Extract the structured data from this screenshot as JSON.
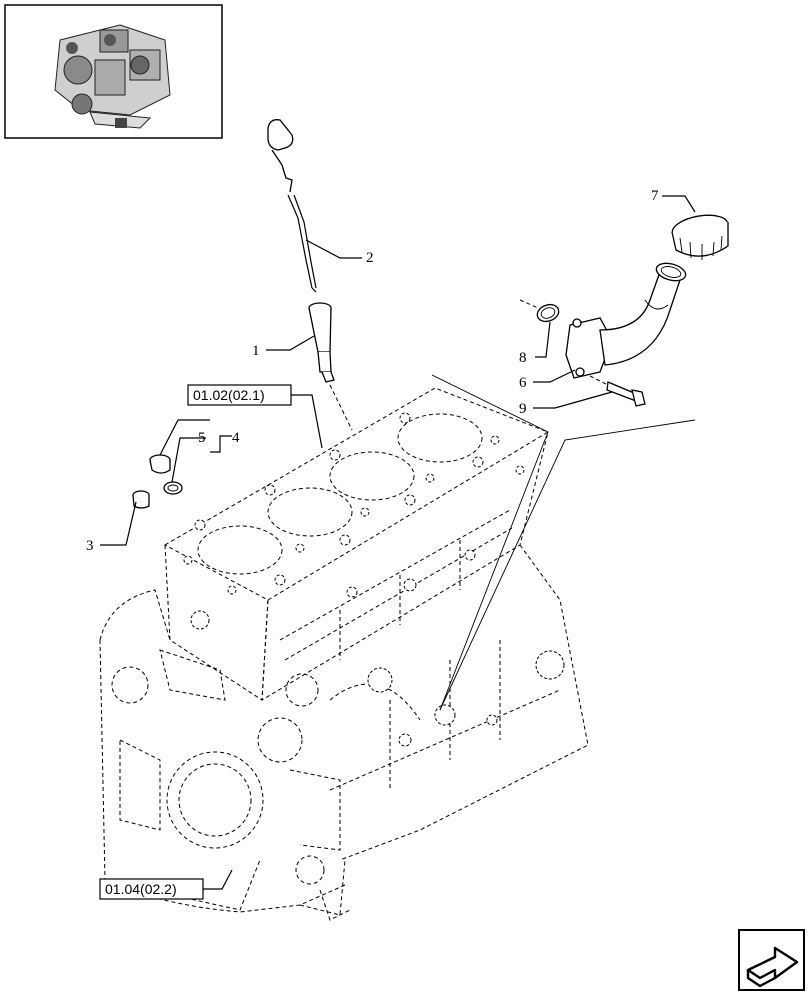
{
  "callouts": {
    "c1": "1",
    "c2": "2",
    "c3": "3",
    "c4": "4",
    "c5": "5",
    "c6": "6",
    "c7": "7",
    "c8": "8",
    "c9": "9"
  },
  "references": {
    "block_head": "01.02(02.1)",
    "block_base": "01.04(02.2)"
  },
  "icons": {
    "thumbnail": "engine-thumbnail-icon",
    "nav": "next-page-arrow-icon"
  }
}
